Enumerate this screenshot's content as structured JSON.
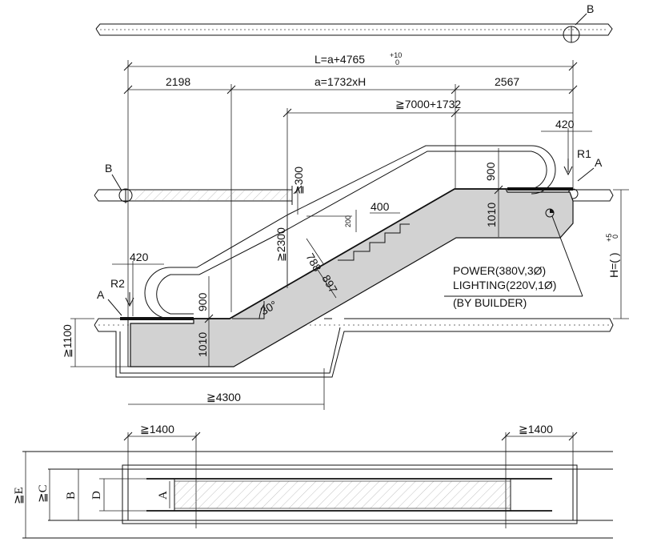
{
  "dims": {
    "L": "L=a+4765",
    "L_tol_upper": "+10",
    "L_tol_lower": "0",
    "left_len": "2198",
    "a": "a=1732xH",
    "right_len": "2567",
    "span": "≧7000+1732",
    "top_420": "420",
    "bot_420": "420",
    "r1": "R1",
    "r2": "R2",
    "d300": "≧300",
    "d2300": "≧2300",
    "d200": "200",
    "d400": "400",
    "d788": "788",
    "d897": "897",
    "angle": "30°",
    "top_900": "900",
    "top_1010": "1010",
    "bot_900": "900",
    "bot_1010": "1010",
    "d1100": "≧1100",
    "d4300": "≧4300",
    "H": "H=( )",
    "H_tol_upper": "+5",
    "H_tol_lower": "0",
    "plan_left_1400": "≧1400",
    "plan_right_1400": "≧1400"
  },
  "markers": {
    "section_b_top": "B",
    "section_b_left": "B",
    "point_a_top": "A",
    "point_a_bottom": "A"
  },
  "notes": {
    "power": "POWER(380V,3Ø)",
    "lighting": "LIGHTING(220V,1Ø)",
    "builder": "(BY BUILDER)"
  },
  "plan": {
    "E": "≧E",
    "C": "≧C",
    "B": "B",
    "D": "D",
    "A": "A"
  }
}
